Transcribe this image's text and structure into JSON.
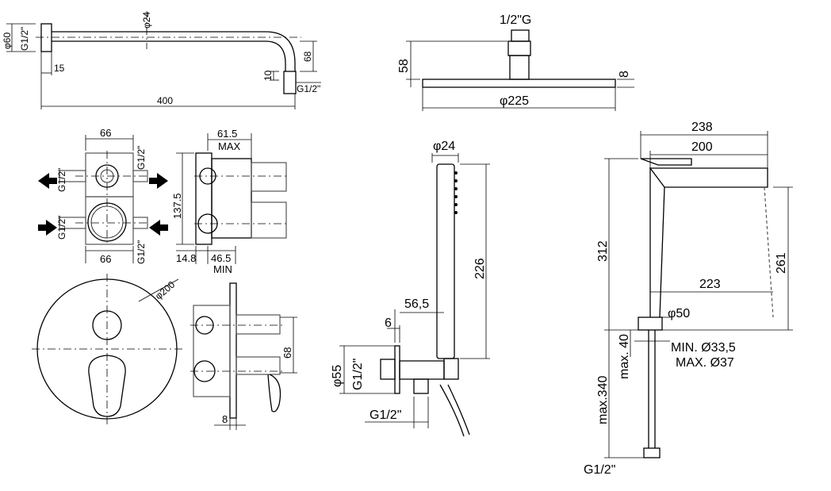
{
  "shower_arm": {
    "diameter": "φ60",
    "thread_left": "G1/2\"",
    "tube_diameter": "φ24",
    "wall_offset": "15",
    "length": "400",
    "height": "68",
    "outlet_height": "10",
    "thread_outlet": "G1/2\""
  },
  "shower_head": {
    "thread_top": "1/2\"G",
    "height": "58",
    "thickness": "8",
    "diameter": "φ225"
  },
  "concealed_valve": {
    "width_top": "66",
    "width_bottom": "66",
    "thread_tr": "G1/2\"",
    "thread_tl": "G1/2\"",
    "thread_bl": "G1/2\"",
    "thread_br": "G1/2\"",
    "max_depth": "61.5",
    "max_label": "MAX",
    "height": "137.5",
    "min_left": "14.8",
    "min_right": "46.5",
    "min_label": "MIN"
  },
  "trim_plate": {
    "diameter": "φ200",
    "depth": "68",
    "plate_thickness": "8"
  },
  "hand_shower": {
    "diameter": "φ24",
    "length": "226",
    "projection": "56,5",
    "offset": "6",
    "flange_diameter": "φ55",
    "thread_side": "G1/2\"",
    "thread_bottom": "G1/2\""
  },
  "basin_mixer": {
    "overall_length": "238",
    "spout_length": "200",
    "height": "312",
    "spout_height": "261",
    "reach": "223",
    "base_diameter": "φ50",
    "min_hole": "MIN. Ø33,5",
    "max_hole": "MAX. Ø37",
    "max_deck": "max. 40",
    "max_hose": "max.340",
    "thread": "G1/2\""
  }
}
